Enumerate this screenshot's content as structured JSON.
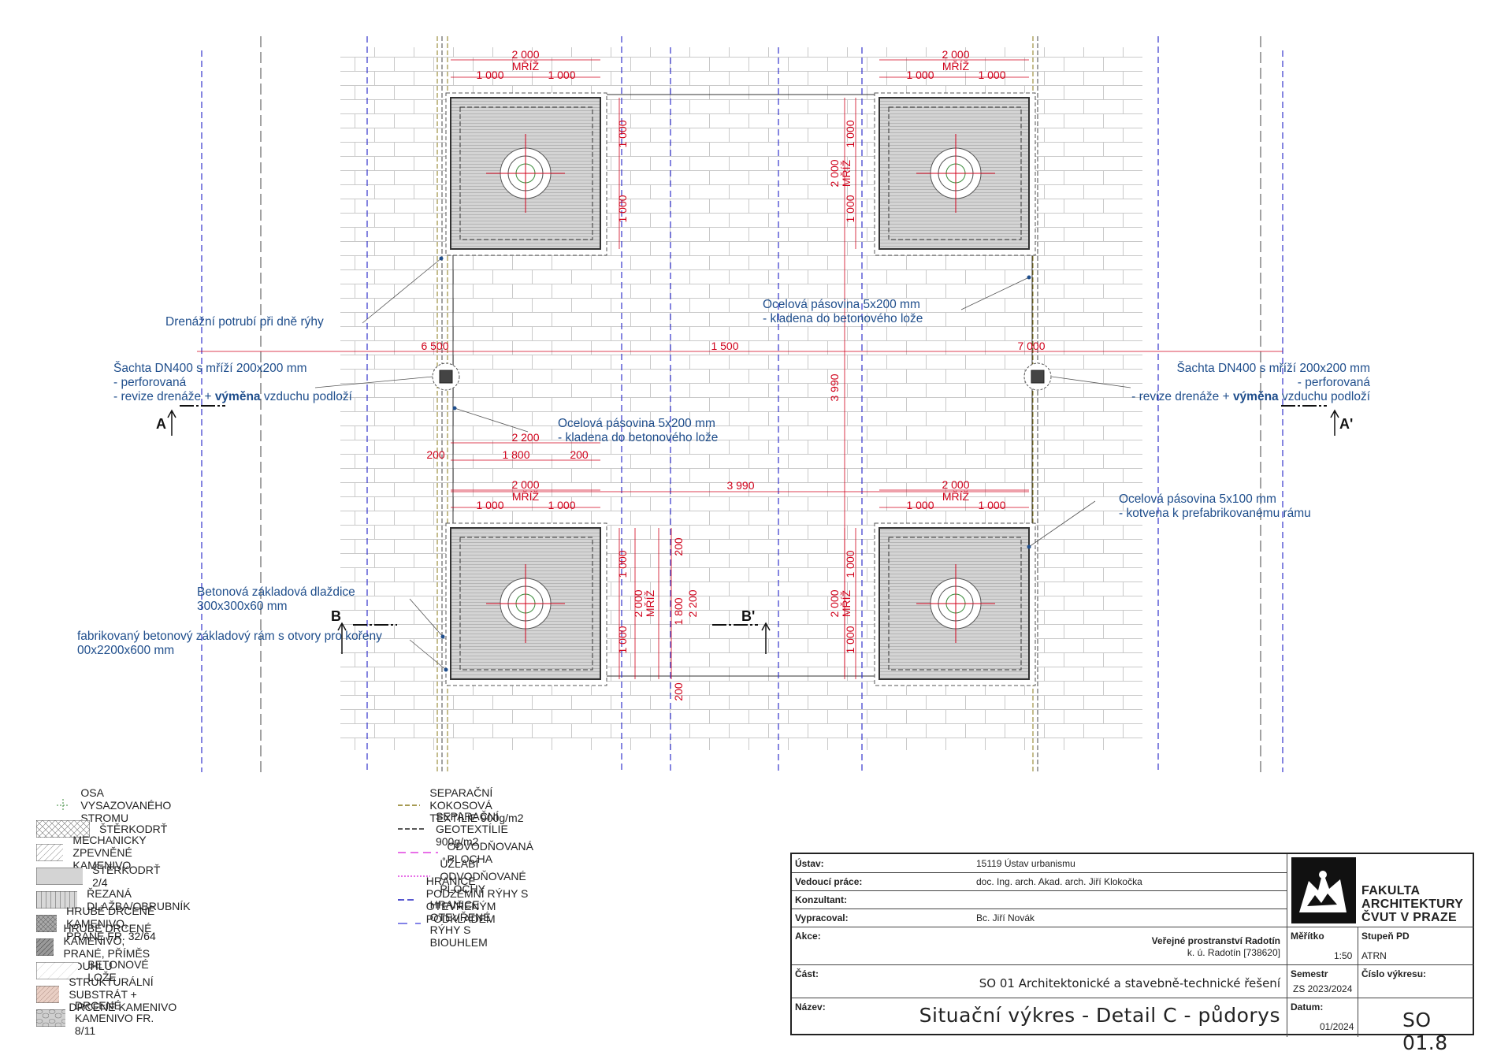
{
  "drawing": {
    "dims": {
      "grate_total": "2 000",
      "grate_label": "MŘÍŽ",
      "half": "1 000",
      "total_left": "6 500",
      "total_mid": "1 500",
      "total_right": "7 000",
      "frame_inner": "2 200",
      "frame_mid": "1 800",
      "frame_side": "200",
      "vert_span": "3 990",
      "horiz_span": "3 990"
    },
    "notes": {
      "drain_pipe": "Drenážní potrubí při dně rýhy",
      "steel_strip_top_1": "Ocelová pásovina 5x200 mm",
      "steel_strip_top_2": "- kladena do betonového lože",
      "shaft_1": "Šachta DN400 s mříží 200x200 mm",
      "shaft_2": "- perforovaná",
      "shaft_3a": "- revize drenáže + ",
      "shaft_3b": "výměna",
      "shaft_3c": " vzduchu podloží",
      "steel_strip_mid_1": "Ocelová pásovina 5x200 mm",
      "steel_strip_mid_2": "- kladena do betonového lože",
      "steel_strip_100_1": "Ocelová pásovina 5x100 mm",
      "steel_strip_100_2": "- kotvena k prefabrikovanému rámu",
      "tile_1": "Betonová základová dlaždice",
      "tile_2": "300x300x60 mm",
      "frame_1": "fabrikovaný betonový základový rám s otvory pro kořeny",
      "frame_2": "00x2200x600 mm"
    },
    "sections": {
      "a": "A",
      "a2": "A'",
      "b": "B",
      "b2": "B'"
    }
  },
  "legend": {
    "left": [
      {
        "label": "OSA VYSAZOVANÉHO STROMU",
        "kind": "cross"
      },
      {
        "label": "ŠTĚRKODRŤ",
        "kind": "crosshatch"
      },
      {
        "label": "MECHANICKY ZPEVNĚNÉ KAMENIVO",
        "kind": "diag-light"
      },
      {
        "label": "ŠTĚRKODRŤ 2/4",
        "kind": "grey"
      },
      {
        "label": "ŘEZANÁ DLAŽBA/OBRUBNÍK",
        "kind": "vlines"
      },
      {
        "label": "HRUBÉ DRCENÉ KAMENIVO, PRANÉ FR. 32/64",
        "kind": "dark-cross"
      },
      {
        "label": "HRUBÉ DRCENÉ KAMENIVO, PRANÉ, PŘÍMĚS BIOUHLU",
        "kind": "dark-diag"
      },
      {
        "label": "BETONOVÉ LOŽE",
        "kind": "white-diag"
      },
      {
        "label": "STRUKTURÁLNÍ SUBSTRÁT + DRCENÉ KAMENIVO",
        "kind": "pink"
      },
      {
        "label": "DRCENÉ KAMENIVO FR. 8/11",
        "kind": "stones"
      }
    ],
    "right": [
      {
        "label": "SEPARAČNÍ KOKOSOVÁ TEXTÍLIE 900g/m2",
        "color": "#8a7a1a",
        "dash": "6,3"
      },
      {
        "label": "SEPARAČNÍ GEOTEXTÍLIE  900g/m2",
        "color": "#222222",
        "dash": "6,3"
      },
      {
        "label": "ODVODŇOVANÁ PLOCHA",
        "color": "#e040e0",
        "dash": "10,6"
      },
      {
        "label": "ŮŽLABÍ ODVODŇOVANÉ PLOCHY",
        "color": "#e040e0",
        "dash": "2,2"
      },
      {
        "label": "HRANICE PODZEMNÍ RÝHY S OTEVŘENÝM PODKLADEM",
        "color": "#2020c0",
        "dash": "8,4"
      },
      {
        "label": "HRANICE OTEVŘENÉ RÝHY S BIOUHLEM",
        "color": "#5a5ae0",
        "dash": "12,10"
      }
    ]
  },
  "titleblock": {
    "ustav_label": "Ústav:",
    "ustav": "15119  Ústav urbanismu",
    "vedouci_label": "Vedoucí práce:",
    "vedouci": "doc. Ing. arch. Akad. arch. Jiří Klokočka",
    "konzultant_label": "Konzultant:",
    "vypracoval_label": "Vypracoval:",
    "vypracoval": "Bc. Jiří Novák",
    "akce_label": "Akce:",
    "akce_1": "Veřejné prostranství Radotín",
    "akce_2": "k. ú. Radotín [738620]",
    "cast_label": "Část:",
    "cast": "SO 01 Architektonické a stavebně-technické řešení",
    "nazev_label": "Název:",
    "nazev": "Situační výkres - Detail C - půdorys",
    "meritko_label": "Měřítko",
    "meritko": "1:50",
    "stupen_label": "Stupeň PD",
    "stupen": "ATRN",
    "semestr_label": "Semestr",
    "semestr": "ZS 2023/2024",
    "cislo_label": "Číslo výkresu:",
    "datum_label": "Datum:",
    "datum": "01/2024",
    "cislo": "SO 01.8",
    "faculty_1": "FAKULTA",
    "faculty_2": "ARCHITEKTURY",
    "faculty_3": "ČVUT V PRAZE"
  },
  "colors": {
    "dimension": "#d0021b",
    "note": "#1f4e8c",
    "trench_boundary": "#2020c0",
    "separator": "#8a7a1a"
  }
}
